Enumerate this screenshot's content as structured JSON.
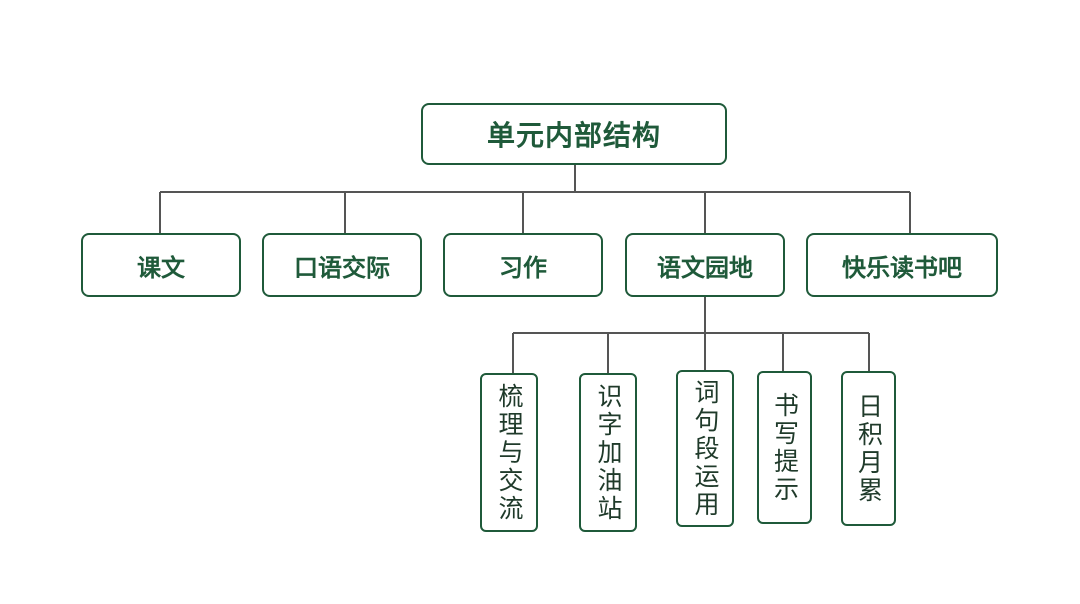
{
  "root": {
    "label": "单元内部结构"
  },
  "level1": [
    {
      "label": "课文"
    },
    {
      "label": "口语交际"
    },
    {
      "label": "习作"
    },
    {
      "label": "语文园地"
    },
    {
      "label": "快乐读书吧"
    }
  ],
  "level2": [
    {
      "label": "梳理与交流"
    },
    {
      "label": "识字加油站"
    },
    {
      "label": "词句段运用"
    },
    {
      "label": "书写提示"
    },
    {
      "label": "日积月累"
    }
  ],
  "colors": {
    "line": "#1f5a3a",
    "connector": "#555555"
  }
}
